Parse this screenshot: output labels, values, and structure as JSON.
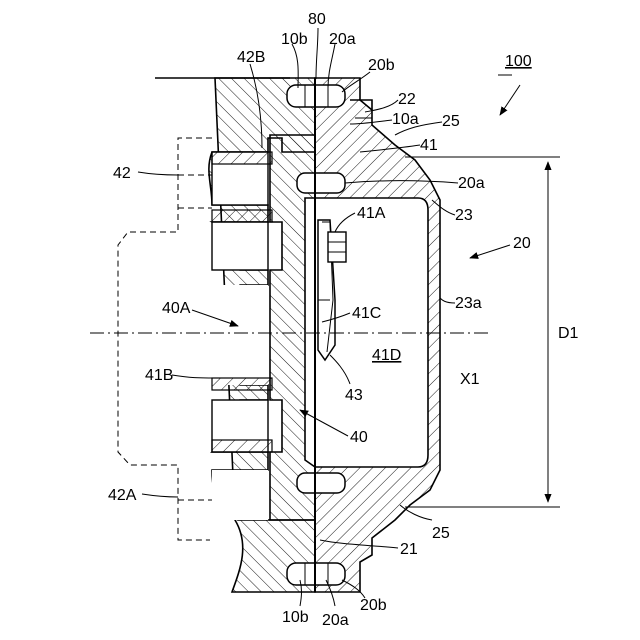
{
  "figure": {
    "labels": {
      "l80": "80",
      "l10b_top": "10b",
      "l20a_top": "20a",
      "l42B": "42B",
      "l20b_top": "20b",
      "l100": "100",
      "l22": "22",
      "l10a": "10a",
      "l25_top": "25",
      "l41": "41",
      "l42": "42",
      "l20a_mid": "20a",
      "l41A": "41A",
      "l23": "23",
      "l20": "20",
      "l40A": "40A",
      "l23a": "23a",
      "l41C": "41C",
      "lD1": "D1",
      "l41D": "41D",
      "l41B": "41B",
      "l43": "43",
      "lX1": "X1",
      "l40": "40",
      "l42A": "42A",
      "l25_bot": "25",
      "l21": "21",
      "l10b_bot": "10b",
      "l20a_bot": "20a",
      "l20b_bot": "20b"
    }
  }
}
